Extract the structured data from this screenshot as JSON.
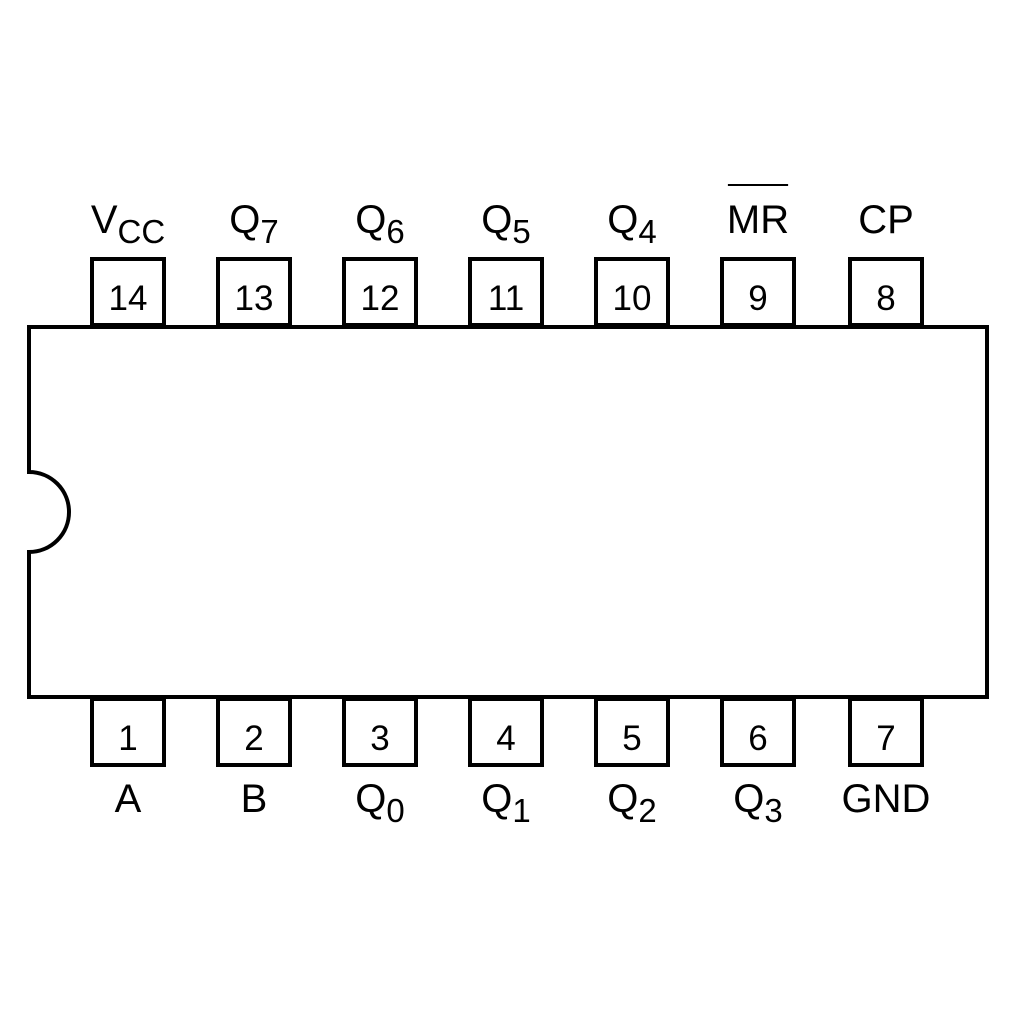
{
  "colors": {
    "stroke": "#000000",
    "background": "#ffffff"
  },
  "package": {
    "top_pins": [
      {
        "number": "14",
        "label": "V",
        "sub": "CC",
        "overline": false
      },
      {
        "number": "13",
        "label": "Q",
        "sub": "7",
        "overline": false
      },
      {
        "number": "12",
        "label": "Q",
        "sub": "6",
        "overline": false
      },
      {
        "number": "11",
        "label": "Q",
        "sub": "5",
        "overline": false
      },
      {
        "number": "10",
        "label": "Q",
        "sub": "4",
        "overline": false
      },
      {
        "number": "9",
        "label": "MR",
        "sub": "",
        "overline": true
      },
      {
        "number": "8",
        "label": "CP",
        "sub": "",
        "overline": false
      }
    ],
    "bottom_pins": [
      {
        "number": "1",
        "label": "A",
        "sub": "",
        "overline": false
      },
      {
        "number": "2",
        "label": "B",
        "sub": "",
        "overline": false
      },
      {
        "number": "3",
        "label": "Q",
        "sub": "0",
        "overline": false
      },
      {
        "number": "4",
        "label": "Q",
        "sub": "1",
        "overline": false
      },
      {
        "number": "5",
        "label": "Q",
        "sub": "2",
        "overline": false
      },
      {
        "number": "6",
        "label": "Q",
        "sub": "3",
        "overline": false
      },
      {
        "number": "7",
        "label": "GND",
        "sub": "",
        "overline": false
      }
    ]
  }
}
